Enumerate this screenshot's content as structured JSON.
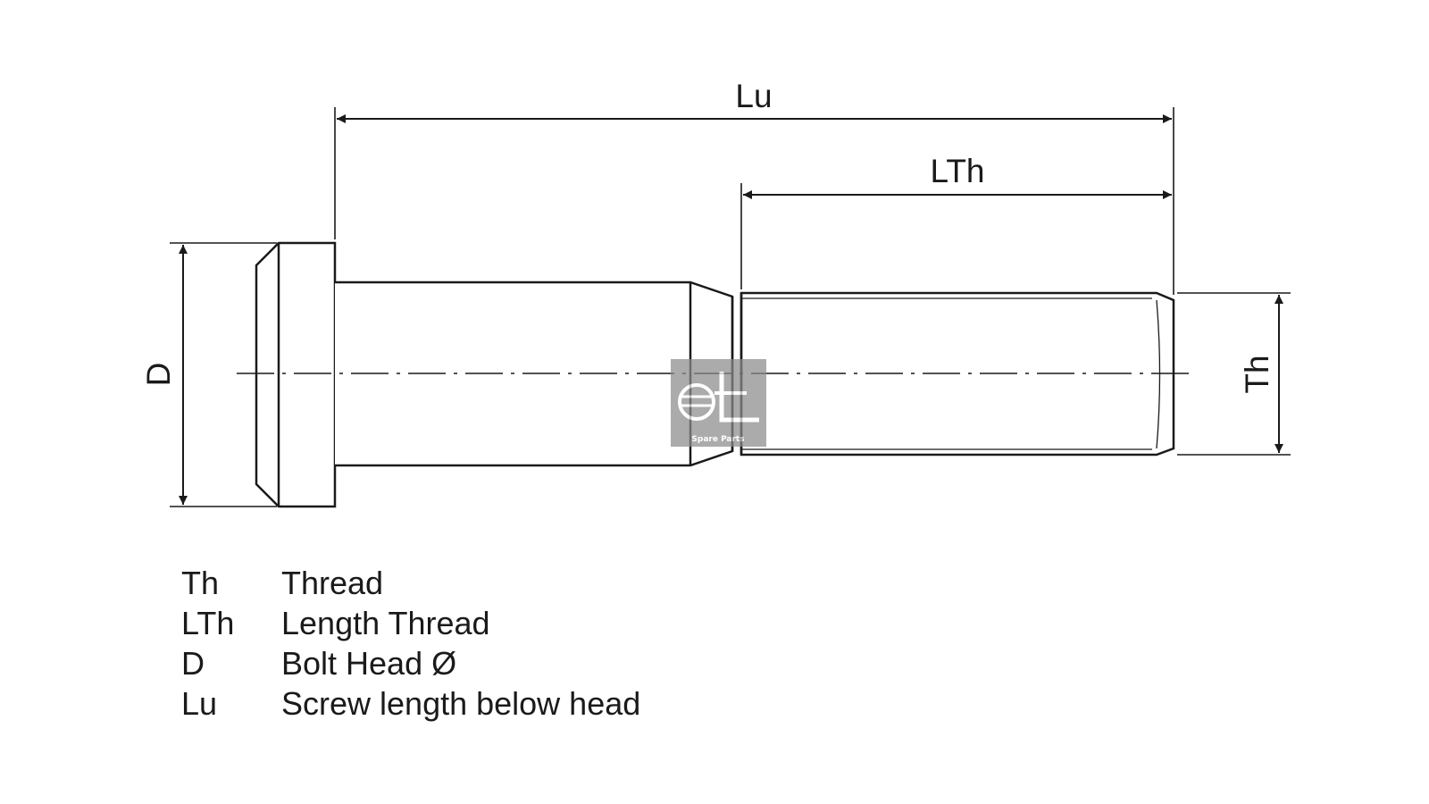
{
  "dimensions": {
    "lu": "Lu",
    "lth": "LTh",
    "d": "D",
    "th": "Th"
  },
  "legend": [
    {
      "key": "Th",
      "desc": "Thread"
    },
    {
      "key": "LTh",
      "desc": "Length Thread"
    },
    {
      "key": "D",
      "desc": "Bolt Head Ø"
    },
    {
      "key": "Lu",
      "desc": "Screw length below head"
    }
  ],
  "logo": {
    "caption": "Spare Parts",
    "icon": "dt-spare-parts-logo"
  },
  "colors": {
    "line": "#1a1a1a",
    "logo_bg": "#8c8c8c"
  }
}
